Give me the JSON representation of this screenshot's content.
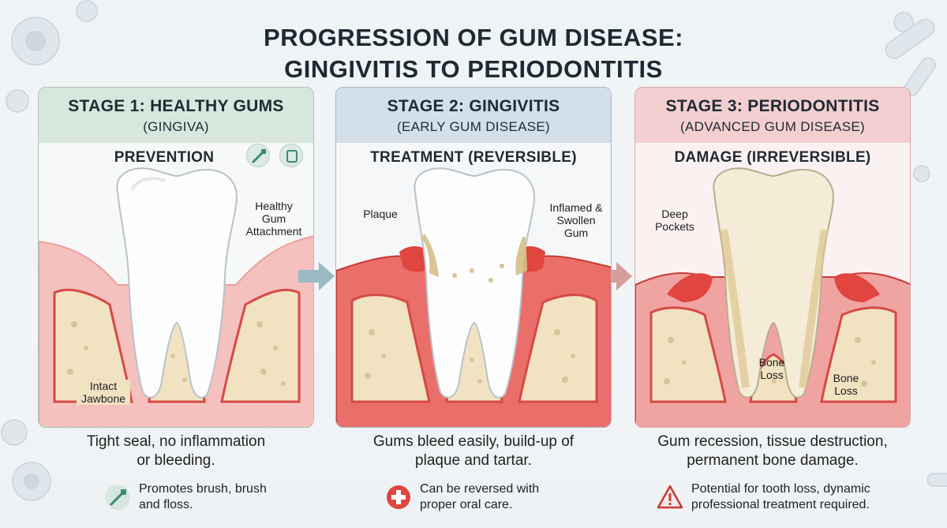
{
  "title": {
    "line1": "PROGRESSION OF GUM DISEASE:",
    "line2": "GINGIVITIS TO PERIODONTITIS"
  },
  "stages": [
    {
      "heading": "STAGE 1: HEALTHY GUMS",
      "subheading": "(GINGIVA)",
      "label": "PREVENTION",
      "callouts": {
        "attachment": "Healthy Gum Attachment",
        "jawbone": "Intact Jawbone"
      },
      "icons": [
        "toothbrush-icon",
        "floss-icon"
      ],
      "description": "Tight seal, no inflammation or bleeding.",
      "note": "Promotes brush, brush and floss.",
      "accent": "#d7e7de"
    },
    {
      "heading": "STAGE 2: GINGIVITIS",
      "subheading": "(EARLY GUM DISEASE)",
      "label": "TREATMENT (REVERSIBLE)",
      "callouts": {
        "plaque": "Plaque",
        "inflamed": "Inflamed & Swollen Gum"
      },
      "description": "Gums bleed easily, build-up of plaque and tartar.",
      "note": "Can be reversed with proper oral care.",
      "accent": "#d3e0ea"
    },
    {
      "heading": "STAGE 3: PERIODONTITIS",
      "subheading": "(ADVANCED GUM DISEASE)",
      "label": "DAMAGE (IRREVERSIBLE)",
      "callouts": {
        "pockets": "Deep Pockets",
        "bone1": "Bone Loss",
        "bone2": "Bone Loss"
      },
      "description": "Gum recession, tissue destruction, permanent bone damage.",
      "note": "Potential for tooth loss, dynamic professional treatment required.",
      "accent": "#f3cfcf"
    }
  ],
  "colors": {
    "gum_healthy": "#f3b3b0",
    "gum_inflamed": "#e0453f",
    "bone": "#f1e2c2",
    "tooth": "#fbfbfb",
    "plaque": "#d6bf86"
  }
}
